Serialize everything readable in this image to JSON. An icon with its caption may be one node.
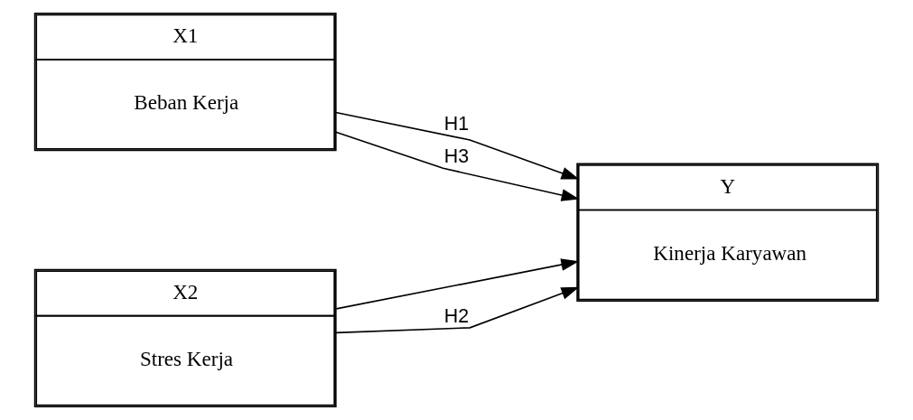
{
  "diagram": {
    "nodes": [
      {
        "text": [
          "X1",
          "Beban Kerja"
        ]
      },
      {
        "text": [
          "X2",
          "Stres Kerja"
        ]
      },
      {
        "text": [
          "Y",
          "Kinerja Karyawan"
        ]
      }
    ],
    "edges": [
      {
        "from": 0,
        "to": 2,
        "arrow": "to",
        "label": "H1"
      },
      {
        "from": 0,
        "to": 2,
        "arrow": "to",
        "label": "H3"
      },
      {
        "from": 1,
        "to": 2,
        "arrow": "to"
      },
      {
        "from": 1,
        "to": 2,
        "arrow": "to",
        "label": "H2"
      }
    ]
  }
}
